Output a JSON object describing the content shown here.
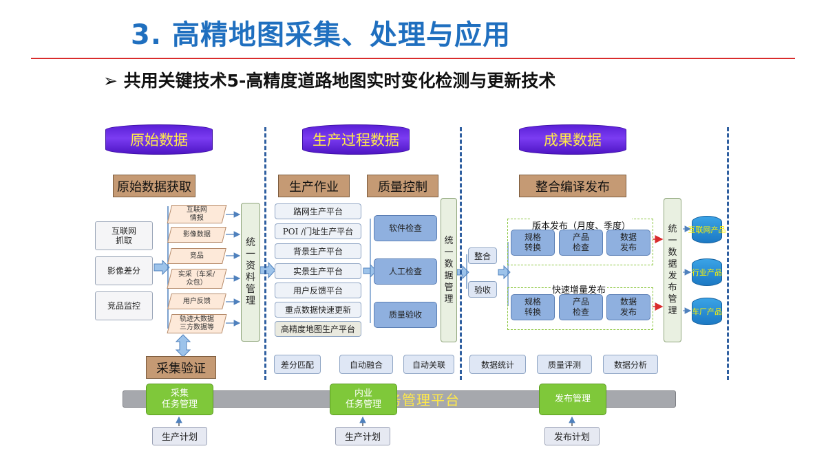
{
  "header": {
    "title": "3. 高精地图采集、处理与应用",
    "subtitle": "➢ 共用关键技术5-高精度道路地图实时变化检测与更新技术"
  },
  "diagram": {
    "stages": [
      "原始数据",
      "生产过程数据",
      "成果数据"
    ],
    "headers": {
      "acquire": "原始数据获取",
      "production": "生产作业",
      "quality": "质量控制",
      "publish": "整合编译发布",
      "verify": "采集验证"
    },
    "sources": [
      "互联网\n抓取",
      "影像差分",
      "竞品监控"
    ],
    "raw_items": [
      "互联网\n情报",
      "影像数据",
      "竞品",
      "实采（车采/\n众包）",
      "用户反馈",
      "轨迹大数据\n三方数据等"
    ],
    "unified_resource": "统\n一\n资\n料\n管\n理",
    "platforms": [
      "路网生产平台",
      "POI /门址生产平台",
      "背景生产平台",
      "实景生产平台",
      "用户反馈平台",
      "重点数据快速更新",
      "高精度地图生产平台"
    ],
    "quality_items": [
      "软件检查",
      "人工检查",
      "质量验收"
    ],
    "unified_data_1": "统\n一\n数\n据\n管\n理",
    "integrate": "整合",
    "acceptance": "验收",
    "release_version": {
      "label": "版本发布（月度、季度）",
      "items": [
        "规格\n转换",
        "产品\n检查",
        "数据\n发布"
      ]
    },
    "release_fast": {
      "label": "快速增量发布",
      "items": [
        "规格\n转换",
        "产品\n检查",
        "数据\n发布"
      ]
    },
    "unified_data_2": "统\n一\n数\n据\n发\n布\n管\n理",
    "products": [
      "互联网产品",
      "行业产品",
      "车厂产品"
    ],
    "bottom_tools": [
      "差分匹配",
      "自动融合",
      "自动关联",
      "数据统计",
      "质量评测",
      "数据分析"
    ],
    "task_platform": "任务管理平台",
    "task_boxes": [
      "采集\n任务管理",
      "内业\n任务管理",
      "发布管理"
    ],
    "plans": [
      "生产计划",
      "生产计划",
      "发布计划"
    ]
  }
}
